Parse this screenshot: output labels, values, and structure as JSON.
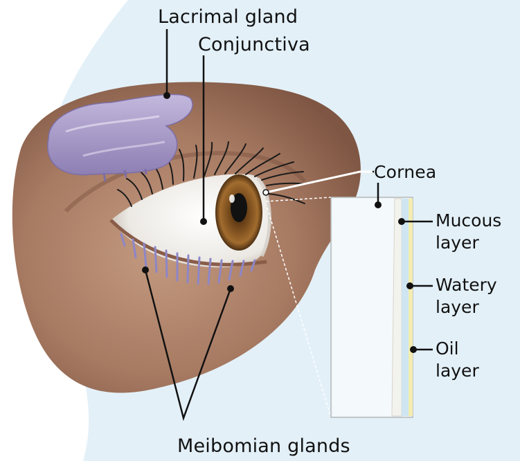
{
  "labels": {
    "lacrimal_gland": "Lacrimal gland",
    "conjunctiva": "Conjunctiva",
    "cornea": "Cornea",
    "mucous_layer": [
      "Mucous",
      "layer"
    ],
    "watery_layer": [
      "Watery",
      "layer"
    ],
    "oil_layer": [
      "Oil",
      "layer"
    ],
    "meibomian_glands": "Meibomian glands"
  },
  "colors": {
    "background_blue": "#e3f0f8",
    "skin": "#a77a62",
    "lacrimal_gland": "#a497c4",
    "iris": "#8a5a26",
    "mucous_layer": "#f3f3ee",
    "watery_layer": "#cfe6f2",
    "oil_layer": "#f3ecb0",
    "leader_line": "#111111"
  }
}
